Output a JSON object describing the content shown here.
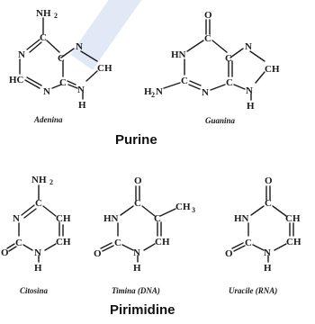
{
  "section_labels": {
    "purine": "Purine",
    "pyrimidine": "Pirimidine"
  },
  "molecules": {
    "adenine": {
      "name": "Adenina",
      "atoms": {
        "nh2": "NH",
        "nh2_sub": "2",
        "c6": "C",
        "n1": "N",
        "c5": "C",
        "n7": "N",
        "c8h": "CH",
        "hc2": "HC",
        "n3": "N",
        "c4": "C",
        "n9": "N",
        "h9": "H"
      }
    },
    "guanine": {
      "name": "Guanina",
      "atoms": {
        "o": "O",
        "c6": "C",
        "hn1": "HN",
        "c5": "C",
        "n7": "N",
        "c8h": "CH",
        "h2n": "H",
        "h2n_sub": "2",
        "h2n_n": "N",
        "c2": "C",
        "n3": "N",
        "c4": "C",
        "n9": "N",
        "h9": "H"
      }
    },
    "cytosine": {
      "name": "Citosina",
      "atoms": {
        "nh2": "NH",
        "nh2_sub": "2",
        "c4": "C",
        "n3": "N",
        "c5h": "CH",
        "o": "O",
        "c2": "C",
        "c6h": "CH",
        "n1": "N",
        "h1": "H"
      }
    },
    "thymine": {
      "name": "Timina (DNA)",
      "atoms": {
        "o_top": "O",
        "c4": "C",
        "hn3": "HN",
        "c5": "C",
        "ch3": "CH",
        "ch3_sub": "3",
        "o_left": "O",
        "c2": "C",
        "c6h": "CH",
        "n1": "N",
        "h1": "H"
      }
    },
    "uracil": {
      "name": "Uracile (RNA)",
      "atoms": {
        "o_top": "O",
        "c4": "C",
        "hn3": "HN",
        "c5h": "CH",
        "o_left": "O",
        "c2": "C",
        "c6h": "CH",
        "n1": "N",
        "h1": "H"
      }
    }
  }
}
